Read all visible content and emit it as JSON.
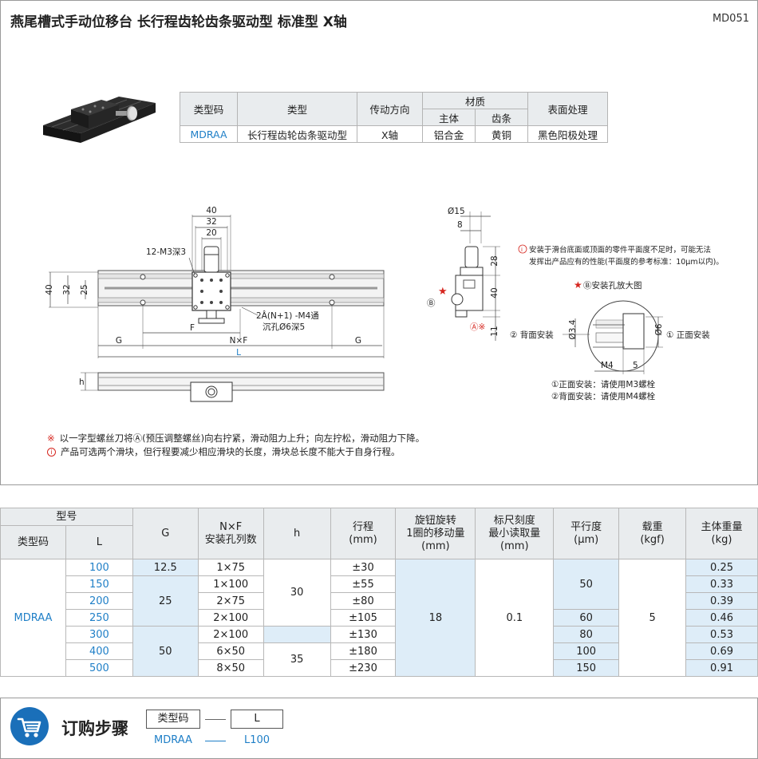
{
  "header": {
    "title": "燕尾槽式手动位移台  长行程齿轮齿条驱动型  标准型  X轴",
    "code": "MD051"
  },
  "product_photo": {
    "name": "dovetail-stage-photo"
  },
  "spec_table": {
    "headers": {
      "type_code": "类型码",
      "type": "类型",
      "drive": "传动方向",
      "material": "材质",
      "material_body": "主体",
      "material_rack": "齿条",
      "surface": "表面处理"
    },
    "row": {
      "type_code": "MDRAA",
      "type": "长行程齿轮齿条驱动型",
      "drive": "X轴",
      "body": "铝合金",
      "rack": "黄铜",
      "surface": "黑色阳极处理"
    }
  },
  "drawing": {
    "front": {
      "dim_40_top": "40",
      "dim_32_top": "32",
      "dim_20_top": "20",
      "label_holes": "12-M3深3",
      "dim_40_left": "40",
      "dim_32_left": "32",
      "dim_25_left": "25",
      "label_f": "F",
      "label_mount_holes": "2Â(N+1) -M4通",
      "label_counterbore": "沉孔Ø6深5",
      "label_g_left": "G",
      "label_nxf": "N×F",
      "label_g_right": "G",
      "label_l": "L",
      "label_h": "h"
    },
    "side": {
      "dim_d15": "Ø15",
      "dim_8": "8",
      "dim_28": "28",
      "dim_40": "40",
      "dim_11": "11",
      "mark_b": "Ⓑ",
      "mark_a": "Ⓐ※",
      "star": "★"
    },
    "notes_right": {
      "line1": "安装于滑台底面或顶面的零件平面度不足时，可能无法",
      "line2": "发挥出产品应有的性能(平面度的参考标准：10μm以内)。"
    },
    "detail": {
      "title": "Ⓑ安装孔放大图",
      "star": "★",
      "dim_d34": "Ø3.4",
      "dim_d6": "Ø6",
      "dim_m4": "M4",
      "dim_5": "5",
      "back_label": "② 背面安装",
      "front_label": "① 正面安装",
      "legend1": "①正面安装：请使用M3螺栓",
      "legend2": "②背面安装：请使用M4螺栓"
    }
  },
  "notes": {
    "note1_mark": "※",
    "note1": "以一字型螺丝刀将Ⓐ(预压调整螺丝)向右拧紧，滑动阻力上升；向左拧松，滑动阻力下降。",
    "note2_mark": "i",
    "note2": "产品可选两个滑块，但行程要减少相应滑块的长度，滑块总长度不能大于自身行程。"
  },
  "data_table": {
    "headers": {
      "model": "型号",
      "type_code": "类型码",
      "l": "L",
      "g": "G",
      "nxf_line1": "N×F",
      "nxf_line2": "安装孔列数",
      "h": "h",
      "stroke_line1": "行程",
      "stroke_line2": "(mm)",
      "knob_line1": "旋钮旋转",
      "knob_line2": "1圈的移动量",
      "knob_line3": "(mm)",
      "scale_line1": "标尺刻度",
      "scale_line2": "最小读取量",
      "scale_line3": "(mm)",
      "parallel_line1": "平行度",
      "parallel_line2": "(μm)",
      "load_line1": "载重",
      "load_line2": "(kgf)",
      "weight_line1": "主体重量",
      "weight_line2": "(kg)"
    },
    "type_code": "MDRAA",
    "l_values": [
      "100",
      "150",
      "200",
      "250",
      "300",
      "400",
      "500"
    ],
    "g_values": [
      "12.5",
      "25",
      "50"
    ],
    "nxf_values": [
      "1×75",
      "1×100",
      "2×75",
      "2×100",
      "2×100",
      "6×50",
      "8×50"
    ],
    "h_values": [
      "30",
      "35"
    ],
    "stroke_values": [
      "±30",
      "±55",
      "±80",
      "±105",
      "±130",
      "±180",
      "±230"
    ],
    "knob_value": "18",
    "scale_value": "0.1",
    "parallel_values": [
      "50",
      "60",
      "80",
      "100",
      "150"
    ],
    "load_value": "5",
    "weight_values": [
      "0.25",
      "0.33",
      "0.39",
      "0.46",
      "0.53",
      "0.69",
      "0.91"
    ]
  },
  "order": {
    "title": "订购步骤",
    "box1": "类型码",
    "box2": "L",
    "val1": "MDRAA",
    "val2": "L100"
  },
  "colors": {
    "accent": "#1f7fc7",
    "table_header": "#e9ecee",
    "table_shade": "#deedf8",
    "cart_badge": "#1a6fb9",
    "note_red": "#d6261f"
  },
  "icons": [
    "cart-icon",
    "info-icon",
    "star-icon"
  ]
}
